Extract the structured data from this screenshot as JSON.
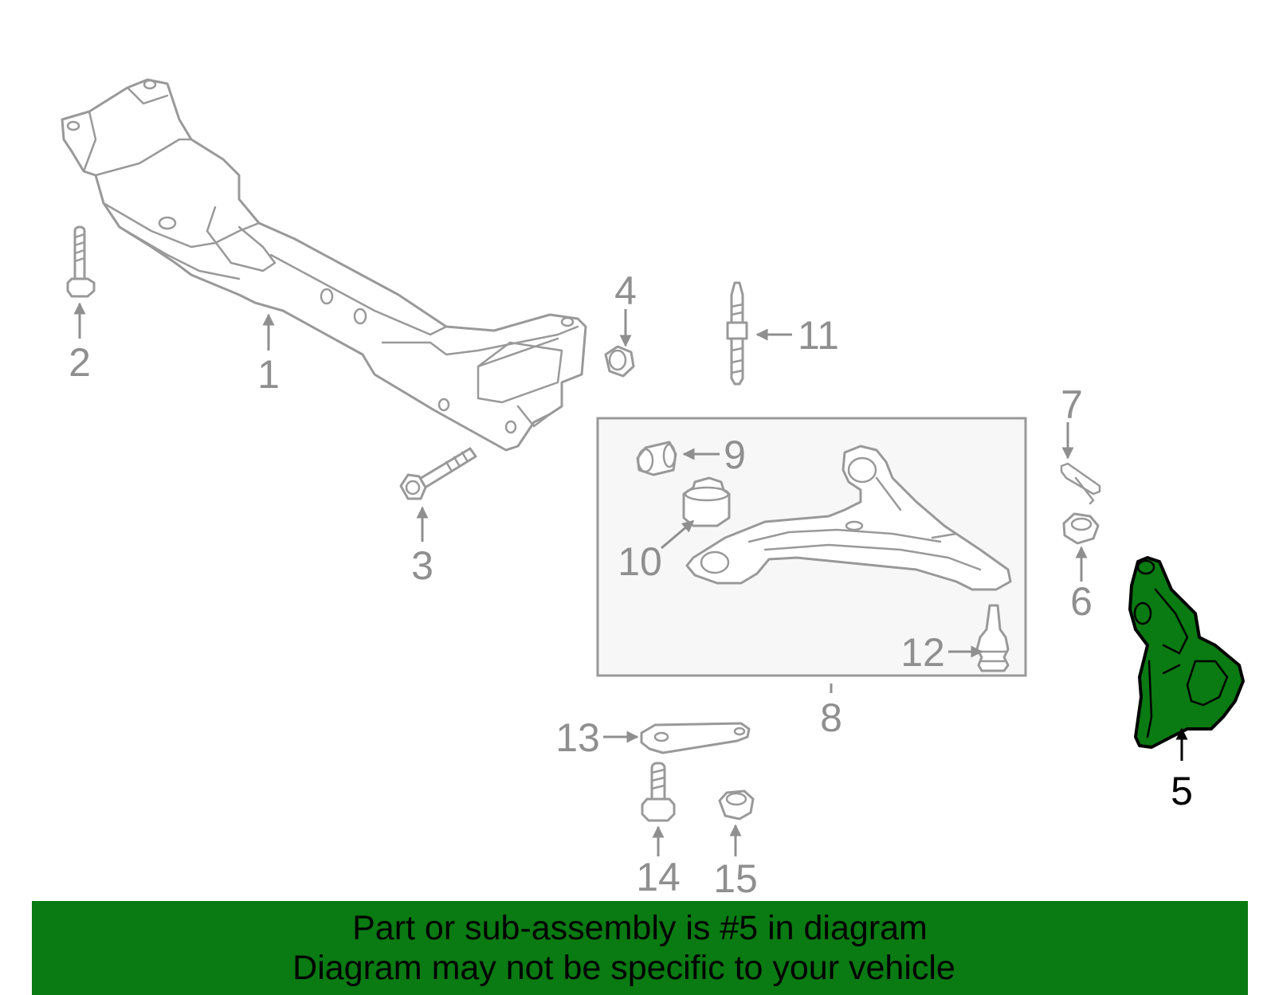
{
  "diagram": {
    "callouts": [
      {
        "id": "1",
        "label": "1"
      },
      {
        "id": "2",
        "label": "2"
      },
      {
        "id": "3",
        "label": "3"
      },
      {
        "id": "4",
        "label": "4"
      },
      {
        "id": "5",
        "label": "5",
        "highlighted": true
      },
      {
        "id": "6",
        "label": "6"
      },
      {
        "id": "7",
        "label": "7"
      },
      {
        "id": "8",
        "label": "8"
      },
      {
        "id": "9",
        "label": "9"
      },
      {
        "id": "10",
        "label": "10"
      },
      {
        "id": "11",
        "label": "11"
      },
      {
        "id": "12",
        "label": "12"
      },
      {
        "id": "13",
        "label": "13"
      },
      {
        "id": "14",
        "label": "14"
      },
      {
        "id": "15",
        "label": "15"
      }
    ],
    "colors": {
      "line": "#999999",
      "highlight_fill": "#0a7a12",
      "highlight_stroke": "#000000",
      "subassembly_box_fill": "#f7f7f7",
      "banner": "#0a7a12"
    }
  },
  "banner": {
    "line1": "Part or sub-assembly is #5 in diagram",
    "line2": "Diagram may not be specific to your vehicle"
  }
}
